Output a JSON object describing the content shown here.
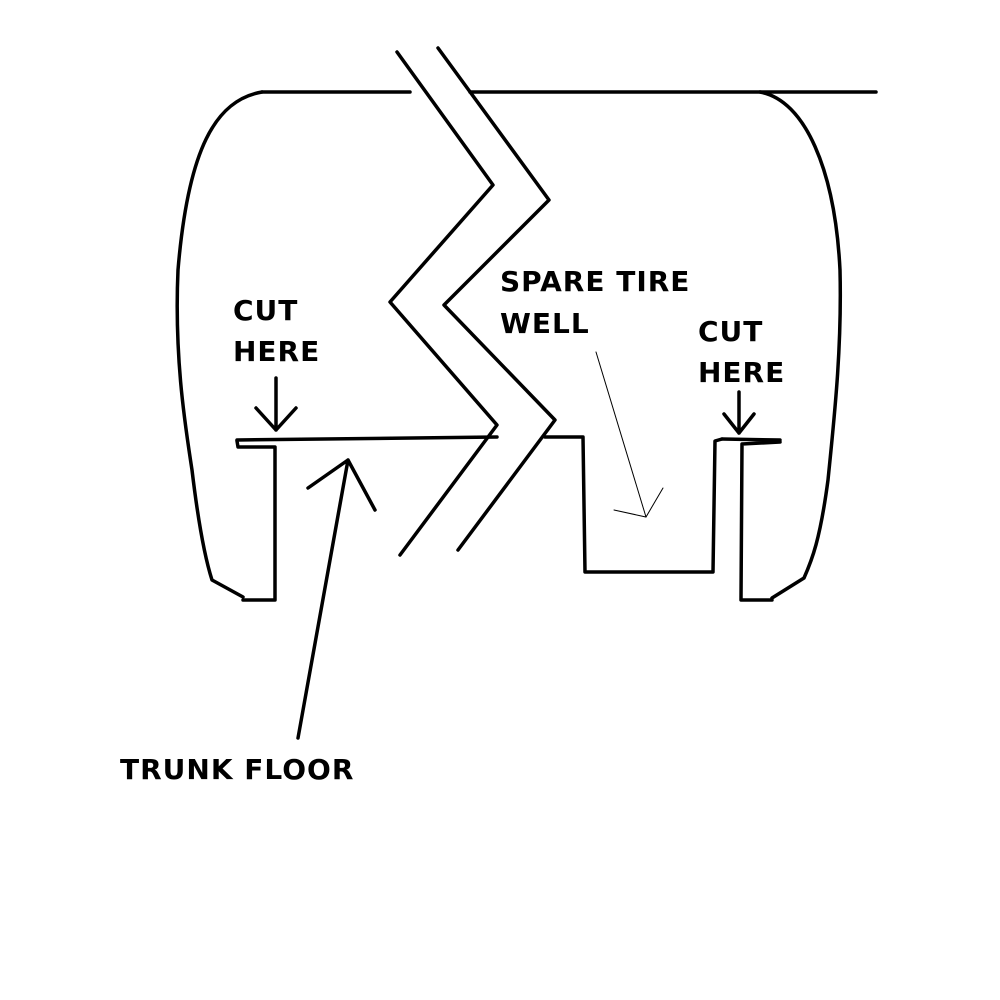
{
  "labels": {
    "cut_here_left": [
      "CUT",
      "HERE"
    ],
    "cut_here_right": [
      "CUT",
      "HERE"
    ],
    "spare_tire_well": [
      "SPARE TIRE",
      "WELL"
    ],
    "trunk_floor": "TRUNK FLOOR"
  },
  "colors": {
    "ink": "#000000",
    "background": "#ffffff"
  }
}
